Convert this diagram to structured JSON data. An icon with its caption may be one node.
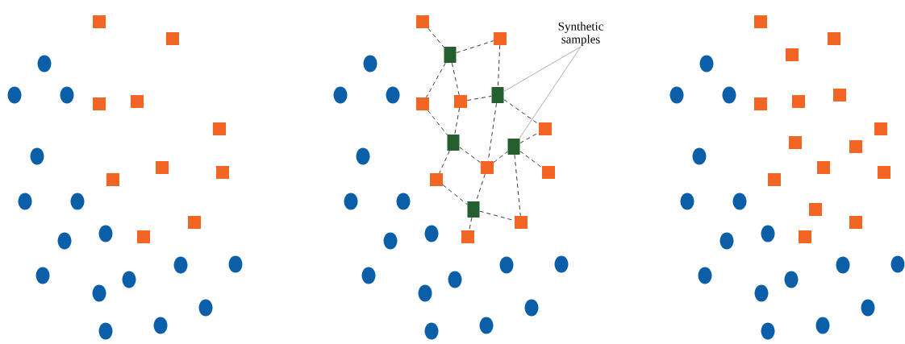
{
  "diagram": {
    "nodes": [
      {
        "text": [
          "Synthetic samples"
        ]
      },
      {
        "text": [],
        "shape": "box"
      },
      {
        "text": [],
        "shape": "box"
      },
      {
        "text": [],
        "shape": "box"
      },
      {
        "text": [],
        "shape": "box"
      },
      {
        "text": [],
        "shape": "box"
      },
      {
        "text": [],
        "shape": "box"
      },
      {
        "text": [],
        "shape": "box"
      },
      {
        "text": [],
        "shape": "box"
      },
      {
        "text": [],
        "shape": "box"
      },
      {
        "text": [],
        "shape": "box"
      },
      {
        "text": [],
        "shape": "box"
      },
      {
        "text": [],
        "shape": "box"
      },
      {
        "text": [],
        "shape": "box"
      },
      {
        "text": [],
        "shape": "box"
      },
      {
        "text": [],
        "shape": "box"
      }
    ],
    "edges": [
      {
        "from": 1,
        "to": 3,
        "arrow": "none",
        "style": "dashed"
      },
      {
        "from": 3,
        "to": 2,
        "arrow": "none",
        "style": "dashed"
      },
      {
        "from": 3,
        "to": 6,
        "arrow": "none",
        "style": "dashed"
      },
      {
        "from": 3,
        "to": 5,
        "arrow": "none",
        "style": "dashed"
      },
      {
        "from": 5,
        "to": 4,
        "arrow": "none",
        "style": "dashed"
      },
      {
        "from": 2,
        "to": 4,
        "arrow": "none",
        "style": "dashed"
      },
      {
        "from": 4,
        "to": 7,
        "arrow": "none",
        "style": "dashed"
      },
      {
        "from": 4,
        "to": 10,
        "arrow": "none",
        "style": "dashed"
      },
      {
        "from": 6,
        "to": 8,
        "arrow": "none",
        "style": "dashed"
      },
      {
        "from": 5,
        "to": 8,
        "arrow": "none",
        "style": "dashed"
      },
      {
        "from": 8,
        "to": 10,
        "arrow": "none",
        "style": "dashed"
      },
      {
        "from": 8,
        "to": 12,
        "arrow": "none",
        "style": "dashed"
      },
      {
        "from": 10,
        "to": 9,
        "arrow": "none",
        "style": "dashed"
      },
      {
        "from": 9,
        "to": 7,
        "arrow": "none",
        "style": "dashed"
      },
      {
        "from": 9,
        "to": 11,
        "arrow": "none",
        "style": "dashed"
      },
      {
        "from": 9,
        "to": 14,
        "arrow": "none",
        "style": "dashed"
      },
      {
        "from": 12,
        "to": 13,
        "arrow": "none",
        "style": "dashed"
      },
      {
        "from": 10,
        "to": 13,
        "arrow": "none",
        "style": "dashed"
      },
      {
        "from": 13,
        "to": 14,
        "arrow": "none",
        "style": "dashed"
      },
      {
        "from": 13,
        "to": 15,
        "arrow": "none",
        "style": "dashed"
      },
      {
        "from": 0,
        "to": 4,
        "arrow": "none",
        "color": "#999999"
      },
      {
        "from": 0,
        "to": 9,
        "arrow": "none",
        "color": "#999999"
      }
    ]
  }
}
